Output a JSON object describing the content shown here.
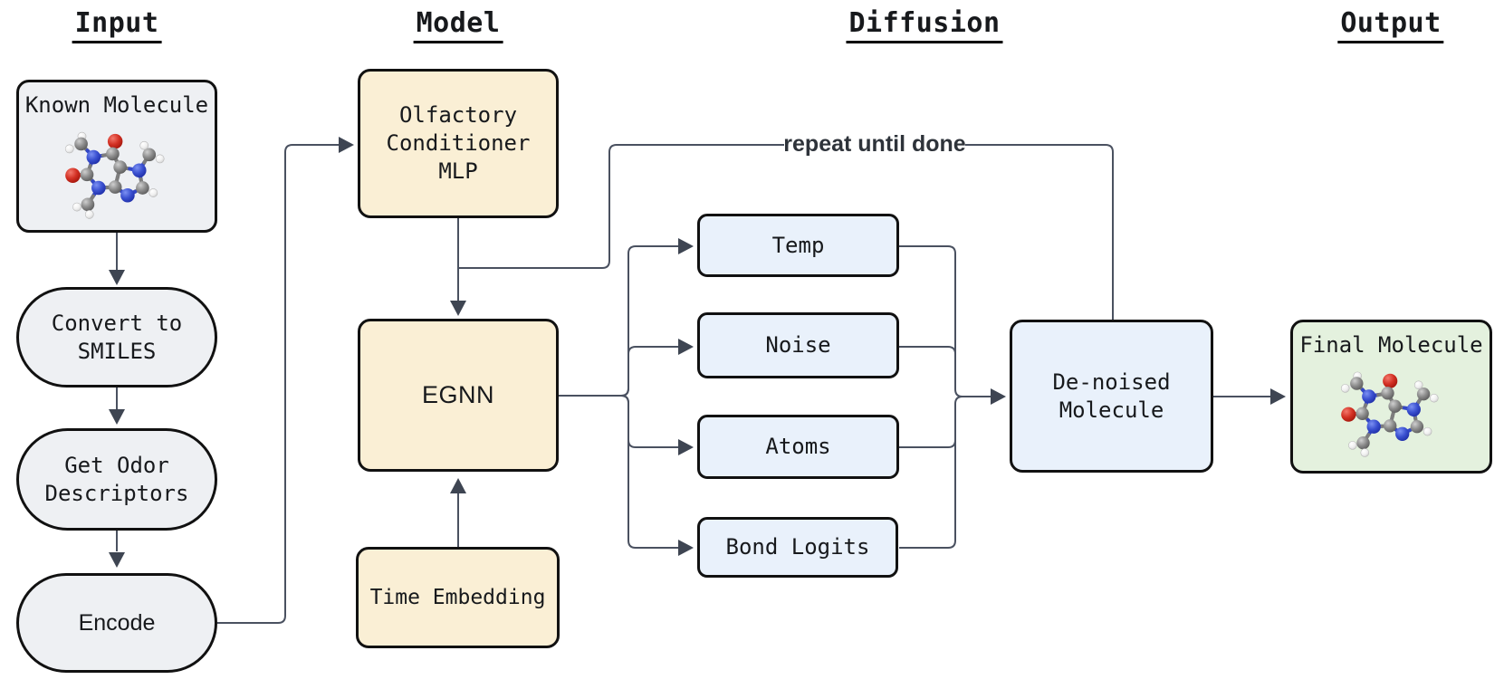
{
  "headers": {
    "input": "Input",
    "model": "Model",
    "diffusion": "Diffusion",
    "output": "Output"
  },
  "nodes": {
    "known_molecule": {
      "label": "Known Molecule"
    },
    "convert_smiles": {
      "label": "Convert to SMILES"
    },
    "odor_descriptors": {
      "label": "Get Odor Descriptors"
    },
    "encode": {
      "label": "Encode"
    },
    "olfactory_mlp": {
      "label": "Olfactory Conditioner MLP"
    },
    "egnn": {
      "label": "EGNN"
    },
    "time_embedding": {
      "label": "Time Embedding"
    },
    "temp": {
      "label": "Temp"
    },
    "noise": {
      "label": "Noise"
    },
    "atoms": {
      "label": "Atoms"
    },
    "bond_logits": {
      "label": "Bond Logits"
    },
    "denoised_molecule": {
      "label": "De-noised Molecule"
    },
    "final_molecule": {
      "label": "Final Molecule"
    }
  },
  "annotations": {
    "repeat_label": "repeat until done"
  },
  "icons": {
    "molecule": "caffeine-ball-and-stick-molecule-icon"
  },
  "colors": {
    "connector": "#4a5160",
    "border": "#111111",
    "input_fill": "#eef0f3",
    "model_fill": "#faefd5",
    "diffusion_fill": "#e9f1fb",
    "output_fill": "#e4f1de",
    "label_text": "#17191c",
    "repeat_text": "#2e333a"
  }
}
